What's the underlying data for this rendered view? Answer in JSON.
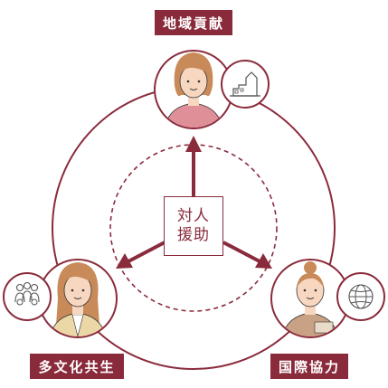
{
  "center": {
    "line1": "対人",
    "line2": "援助"
  },
  "labels": {
    "top": "地域貢献",
    "left": "多文化共生",
    "right": "国際協力"
  },
  "colors": {
    "accent": "#8a2b3c",
    "skin": "#f7d7c0",
    "top_shirt": "#df8f98",
    "left_jacket": "#ecd7a6",
    "right_shirt": "#c9a184",
    "hair": "#c98a5a"
  }
}
